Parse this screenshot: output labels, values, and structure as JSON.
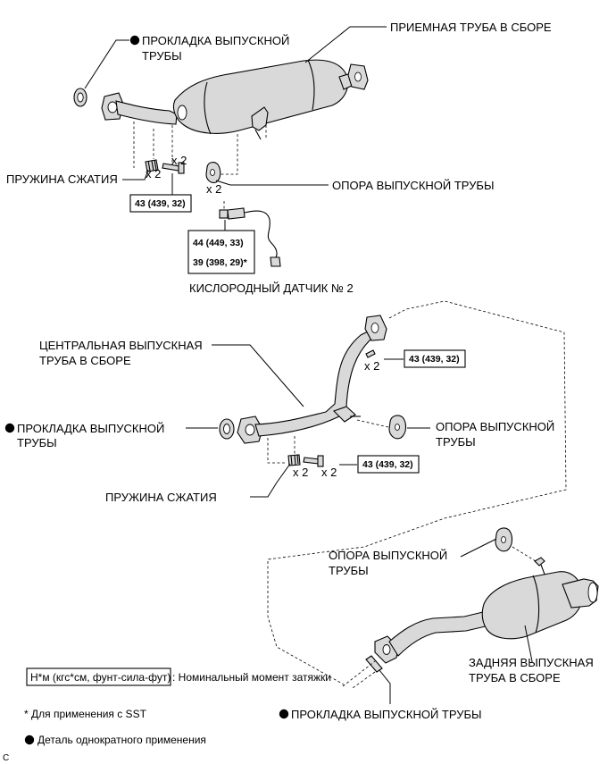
{
  "callouts": {
    "gasket_top": "ПРОКЛАДКА ВЫПУСКНОЙ",
    "gasket_top_2": "ТРУБЫ",
    "front_pipe": "ПРИЕМНАЯ ТРУБА В СБОРЕ",
    "spring_top": "ПРУЖИНА СЖАТИЯ",
    "support_top": "ОПОРА ВЫПУСКНОЙ ТРУБЫ",
    "o2_sensor": "КИСЛОРОДНЫЙ ДАТЧИК № 2",
    "center_pipe": "ЦЕНТРАЛЬНАЯ ВЫПУСКНАЯ",
    "center_pipe_2": "ТРУБА В СБОРЕ",
    "gasket_mid": "ПРОКЛАДКА ВЫПУСКНОЙ",
    "gasket_mid_2": "ТРУБЫ",
    "support_mid": "ОПОРА ВЫПУСКНОЙ",
    "support_mid_2": "ТРУБЫ",
    "spring_mid": "ПРУЖИНА СЖАТИЯ",
    "support_bot": "ОПОРА ВЫПУСКНОЙ",
    "support_bot_2": "ТРУБЫ",
    "tail_pipe": "ЗАДНЯЯ ВЫПУСКНАЯ",
    "tail_pipe_2": "ТРУБА В СБОРЕ",
    "gasket_bot": "ПРОКЛАДКА ВЫПУСКНОЙ ТРУБЫ"
  },
  "multipliers": {
    "x2": "x 2"
  },
  "torques": {
    "t1": "43 (439, 32)",
    "t_o2_a": "44 (449, 33)",
    "t_o2_b": "39 (398, 29)*",
    "t2": "43 (439, 32)",
    "t3": "43 (439, 32)"
  },
  "legend": {
    "unit_box": "Н*м (кгс*см, фунт-сила-фут)",
    "unit_desc": ": Номинальный момент затяжки",
    "sst_note": "* Для применения с SST",
    "single_use": "Деталь однократного применения"
  },
  "corner_code": "C",
  "colors": {
    "part_fill": "#d9d9d9",
    "line": "#000000"
  }
}
